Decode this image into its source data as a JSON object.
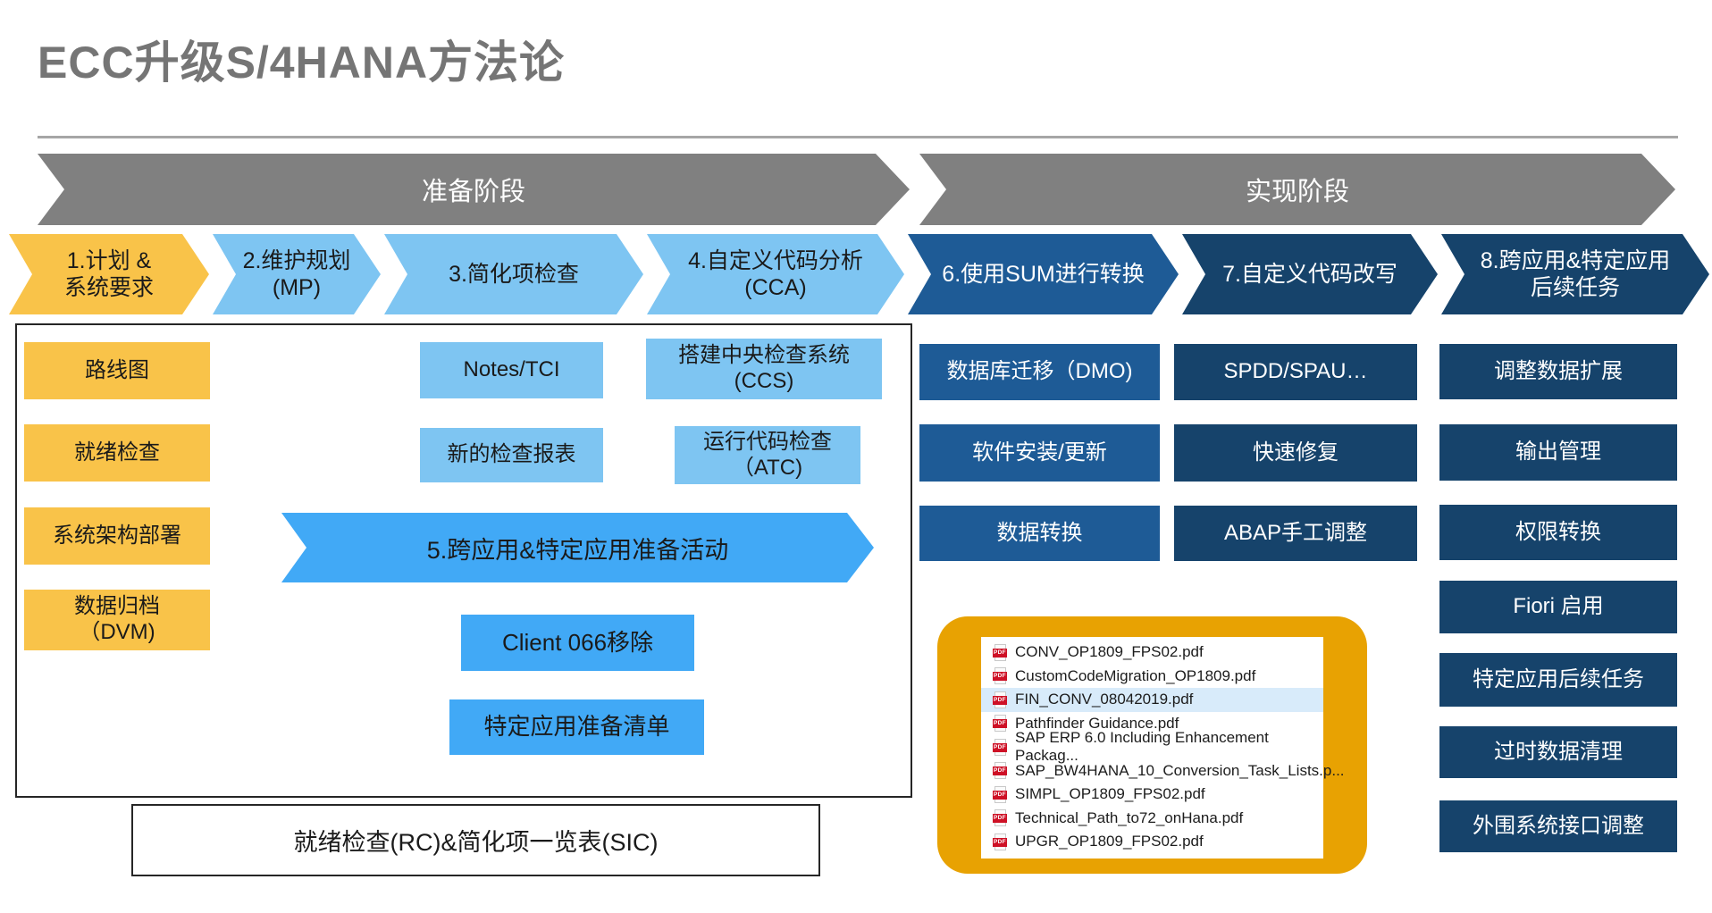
{
  "page": {
    "title": "ECC升级S/4HANA方法论"
  },
  "banners": {
    "prepare": "准备阶段",
    "implement": "实现阶段"
  },
  "phases": [
    {
      "label": "1.计划 &\n系统要求"
    },
    {
      "label": "2.维护规划\n(MP)"
    },
    {
      "label": "3.简化项检查"
    },
    {
      "label": "4.自定义代码分析\n(CCA)"
    },
    {
      "label": "6.使用SUM进行转换"
    },
    {
      "label": "7.自定义代码改写"
    },
    {
      "label": "8.跨应用&特定应用\n后续任务"
    }
  ],
  "plan_column": [
    "路线图",
    "就绪检查",
    "系统架构部署",
    "数据归档\n（DVM)"
  ],
  "check_column": [
    "Notes/TCI",
    "新的检查报表"
  ],
  "cca_column": [
    "搭建中央检查系统\n(CCS)",
    "运行代码检查\n（ATC)"
  ],
  "arrow5_label": "5.跨应用&特定应用准备活动",
  "prep_boxes": [
    "Client 066移除",
    "特定应用准备清单"
  ],
  "bottom_note": "就绪检查(RC)&简化项一览表(SIC)",
  "sum_column": [
    "数据库迁移（DMO)",
    "软件安装/更新",
    "数据转换"
  ],
  "code_column": [
    "SPDD/SPAU…",
    "快速修复",
    "ABAP手工调整"
  ],
  "followup_column": [
    "调整数据扩展",
    "输出管理",
    "权限转换",
    "Fiori 启用",
    "特定应用后续任务",
    "过时数据清理",
    "外围系统接口调整"
  ],
  "file_panel": {
    "icon_label": "PDF",
    "selected_index": 2,
    "files": [
      "CONV_OP1809_FPS02.pdf",
      "CustomCodeMigration_OP1809.pdf",
      "FIN_CONV_08042019.pdf",
      "Pathfinder Guidance.pdf",
      "SAP ERP 6.0 Including Enhancement Packag...",
      "SAP_BW4HANA_10_Conversion_Task_Lists.p...",
      "SIMPL_OP1809_FPS02.pdf",
      "Technical_Path_to72_onHana.pdf",
      "UPGR_OP1809_FPS02.pdf"
    ]
  },
  "colors": {
    "banner_gray": "#808080",
    "phase_yellow": "#f9c349",
    "phase_light_blue": "#7ec5f2",
    "phase_medium_blue": "#1e5b96",
    "phase_navy": "#16436b",
    "bright_blue": "#41a9f6",
    "panel_orange": "#e8a202",
    "selected_row": "#d8ebfa",
    "pdf_red": "#ce1126",
    "title_gray": "#757575"
  }
}
